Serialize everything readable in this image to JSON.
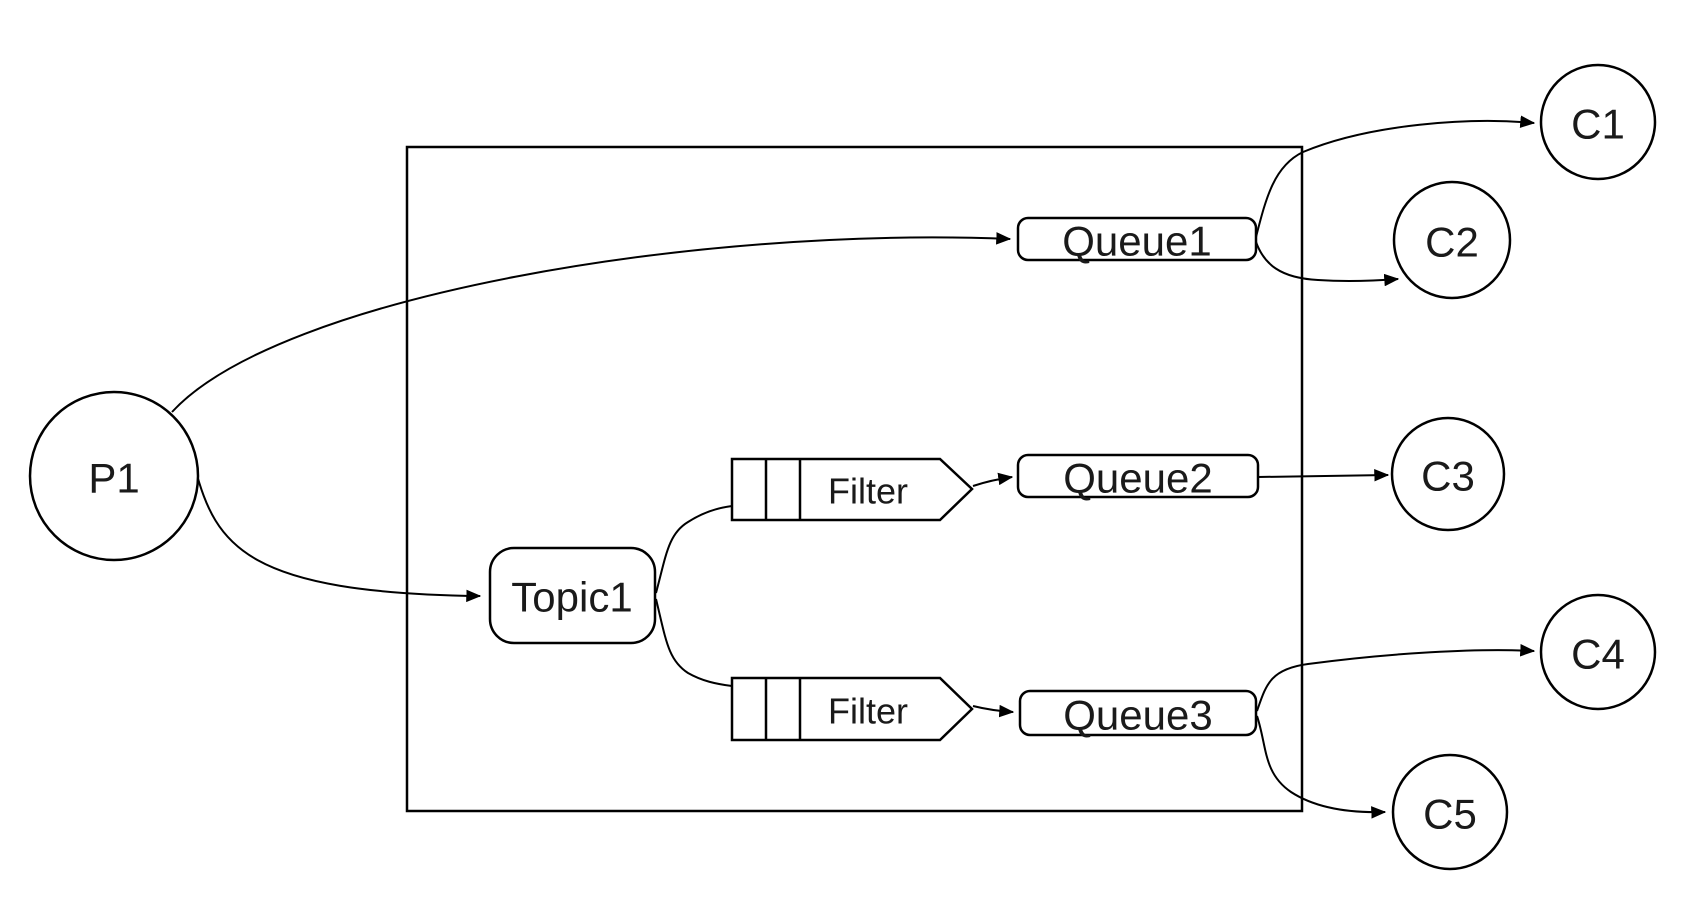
{
  "diagram": {
    "type": "messaging-topology",
    "background_color": "#ffffff",
    "stroke_color": "#000000",
    "producer": {
      "label": "P1"
    },
    "broker_boundary": {
      "shape": "rectangle",
      "contains": [
        "Queue1",
        "Topic1",
        "Filter",
        "Filter",
        "Queue2",
        "Queue3"
      ]
    },
    "topic": {
      "label": "Topic1"
    },
    "filters": [
      {
        "label": "Filter",
        "position": "top"
      },
      {
        "label": "Filter",
        "position": "bottom"
      }
    ],
    "queues": [
      {
        "label": "Queue1"
      },
      {
        "label": "Queue2"
      },
      {
        "label": "Queue3"
      }
    ],
    "consumers": [
      {
        "label": "C1"
      },
      {
        "label": "C2"
      },
      {
        "label": "C3"
      },
      {
        "label": "C4"
      },
      {
        "label": "C5"
      }
    ],
    "edges": [
      {
        "from": "P1",
        "to": "Queue1",
        "arrow": true
      },
      {
        "from": "P1",
        "to": "Topic1",
        "arrow": true
      },
      {
        "from": "Topic1",
        "to": "Filter(top)",
        "arrow": false
      },
      {
        "from": "Topic1",
        "to": "Filter(bottom)",
        "arrow": false
      },
      {
        "from": "Filter(top)",
        "to": "Queue2",
        "arrow": true
      },
      {
        "from": "Filter(bottom)",
        "to": "Queue3",
        "arrow": true
      },
      {
        "from": "Queue1",
        "to": "C1",
        "arrow": true
      },
      {
        "from": "Queue1",
        "to": "C2",
        "arrow": true
      },
      {
        "from": "Queue2",
        "to": "C3",
        "arrow": true
      },
      {
        "from": "Queue3",
        "to": "C4",
        "arrow": true
      },
      {
        "from": "Queue3",
        "to": "C5",
        "arrow": true
      }
    ]
  }
}
